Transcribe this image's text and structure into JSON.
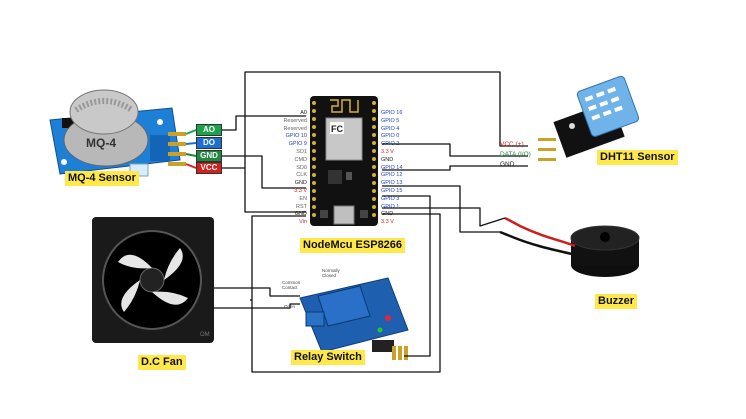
{
  "components": {
    "mq4": {
      "label": "MQ-4 Sensor",
      "chip_text": "MQ-4"
    },
    "esp": {
      "label": "NodeMcu ESP8266"
    },
    "dht": {
      "label": "DHT11 Sensor"
    },
    "buzzer": {
      "label": "Buzzer"
    },
    "fan": {
      "label": "D.C Fan",
      "brand": "OM"
    },
    "relay": {
      "label": "Relay Switch"
    }
  },
  "mq4_pins": [
    {
      "text": "AO",
      "color": "#1aa34a"
    },
    {
      "text": "DO",
      "color": "#1f6fd0"
    },
    {
      "text": "GND",
      "color": "#1e8a3e"
    },
    {
      "text": "VCC",
      "color": "#d61f1f"
    }
  ],
  "dht_pins": {
    "vcc": "VCC (+)",
    "data": "DATA (I/O)",
    "gnd": "GND"
  },
  "esp_left_pins": [
    {
      "text": "A0",
      "color": "#222222"
    },
    {
      "text": "Reserved",
      "color": "#666666"
    },
    {
      "text": "Reserved",
      "color": "#666666"
    },
    {
      "text": "GPIO 10",
      "color": "#1f3fbf"
    },
    {
      "text": "GPIO 9",
      "color": "#1f3fbf"
    },
    {
      "text": "SD1",
      "color": "#666666"
    },
    {
      "text": "CMD",
      "color": "#666666"
    },
    {
      "text": "SD0",
      "color": "#666666"
    },
    {
      "text": "CLK",
      "color": "#666666"
    },
    {
      "text": "GND",
      "color": "#222222"
    },
    {
      "text": "3.3 V",
      "color": "#d61f1f"
    },
    {
      "text": "EN",
      "color": "#666666"
    },
    {
      "text": "RST",
      "color": "#666666"
    },
    {
      "text": "GND",
      "color": "#222222"
    },
    {
      "text": "Vin",
      "color": "#d61f1f"
    }
  ],
  "esp_right_pins": [
    {
      "text": "GPIO 16",
      "color": "#1f3fbf"
    },
    {
      "text": "GPIO 5",
      "color": "#1f3fbf"
    },
    {
      "text": "GPIO 4",
      "color": "#1f3fbf"
    },
    {
      "text": "GPIO 0",
      "color": "#1f3fbf"
    },
    {
      "text": "GPIO 2",
      "color": "#1f3fbf"
    },
    {
      "text": "3.3 V",
      "color": "#d61f1f"
    },
    {
      "text": "GND",
      "color": "#222222"
    },
    {
      "text": "GPIO 14",
      "color": "#1f3fbf"
    },
    {
      "text": "GPIO 12",
      "color": "#1f3fbf"
    },
    {
      "text": "GPIO 13",
      "color": "#1f3fbf"
    },
    {
      "text": "GPIO 15",
      "color": "#1f3fbf"
    },
    {
      "text": "GPIO 3",
      "color": "#1f3fbf"
    },
    {
      "text": "GPIO 1",
      "color": "#1f3fbf"
    },
    {
      "text": "GND",
      "color": "#222222"
    },
    {
      "text": "3.3 V",
      "color": "#d61f1f"
    }
  ],
  "relay_terms": {
    "common": "Common Contact",
    "normally_closed": "Normally Closed",
    "open": "Open"
  },
  "colors": {
    "label_bg": "#ffe94a",
    "board": "#111111",
    "relay_board": "#1f5fb0"
  }
}
